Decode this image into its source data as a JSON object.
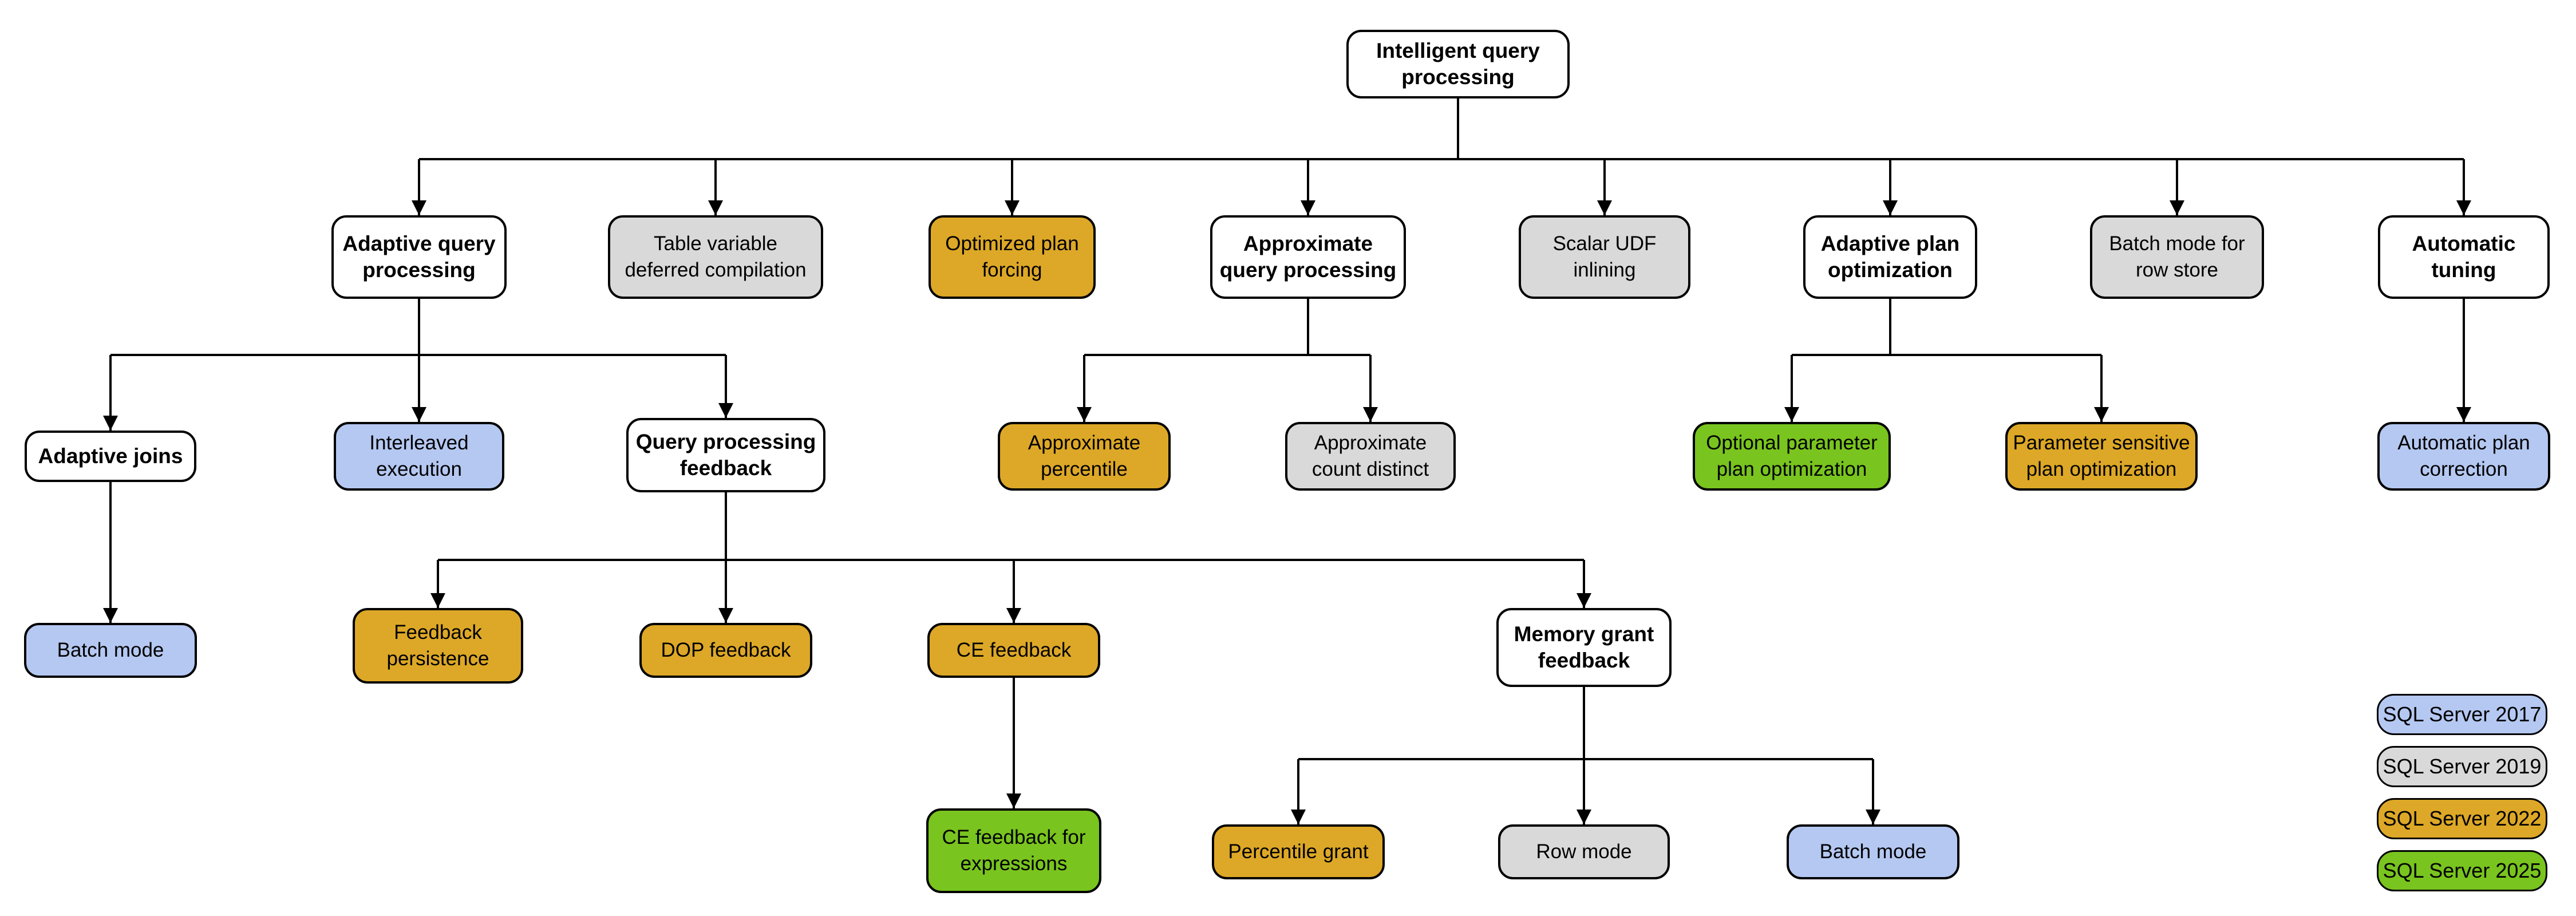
{
  "diagram": {
    "title": "Intelligent query processing",
    "version_colors": {
      "2017": "#B5C8F2",
      "2019": "#D9D9D9",
      "2022": "#DDA827",
      "2025": "#79C41F",
      "category": "#FFFFFF"
    },
    "line_color": "#000000",
    "nodes": [
      {
        "id": "intelligent-query-processing",
        "label": "Intelligent query\nprocessing",
        "version": null
      },
      {
        "id": "adaptive-query-processing",
        "label": "Adaptive query\nprocessing",
        "version": null
      },
      {
        "id": "table-variable-deferred-compilation",
        "label": "Table variable\ndeferred compilation",
        "version": "2019"
      },
      {
        "id": "optimized-plan-forcing",
        "label": "Optimized plan\nforcing",
        "version": "2022"
      },
      {
        "id": "approximate-query-processing",
        "label": "Approximate\nquery processing",
        "version": null
      },
      {
        "id": "scalar-udf-inlining",
        "label": "Scalar UDF\ninlining",
        "version": "2019"
      },
      {
        "id": "adaptive-plan-optimization",
        "label": "Adaptive plan\noptimization",
        "version": null
      },
      {
        "id": "batch-mode-for-row-store",
        "label": "Batch mode for\nrow store",
        "version": "2019"
      },
      {
        "id": "automatic-tuning",
        "label": "Automatic\ntuning",
        "version": null
      },
      {
        "id": "adaptive-joins",
        "label": "Adaptive joins",
        "version": null
      },
      {
        "id": "interleaved-execution",
        "label": "Interleaved\nexecution",
        "version": "2017"
      },
      {
        "id": "query-processing-feedback",
        "label": "Query processing\nfeedback",
        "version": null
      },
      {
        "id": "approximate-percentile",
        "label": "Approximate\npercentile",
        "version": "2022"
      },
      {
        "id": "approximate-count-distinct",
        "label": "Approximate\ncount distinct",
        "version": "2019"
      },
      {
        "id": "optional-parameter-plan-optimization",
        "label": "Optional parameter\nplan optimization",
        "version": "2025"
      },
      {
        "id": "parameter-sensitive-plan-optimization",
        "label": "Parameter sensitive\nplan optimization",
        "version": "2022"
      },
      {
        "id": "automatic-plan-correction",
        "label": "Automatic plan\ncorrection",
        "version": "2017"
      },
      {
        "id": "batch-mode-adaptive-joins",
        "label": "Batch mode",
        "version": "2017"
      },
      {
        "id": "feedback-persistence",
        "label": "Feedback\npersistence",
        "version": "2022"
      },
      {
        "id": "dop-feedback",
        "label": "DOP feedback",
        "version": "2022"
      },
      {
        "id": "ce-feedback",
        "label": "CE feedback",
        "version": "2022"
      },
      {
        "id": "memory-grant-feedback",
        "label": "Memory grant\nfeedback",
        "version": null
      },
      {
        "id": "ce-feedback-for-expressions",
        "label": "CE feedback for\nexpressions",
        "version": "2025"
      },
      {
        "id": "percentile-grant",
        "label": "Percentile grant",
        "version": "2022"
      },
      {
        "id": "row-mode",
        "label": "Row mode",
        "version": "2019"
      },
      {
        "id": "batch-mode-memory-grant",
        "label": "Batch mode",
        "version": "2017"
      }
    ],
    "edges": [
      {
        "from": "intelligent-query-processing",
        "to": "adaptive-query-processing"
      },
      {
        "from": "intelligent-query-processing",
        "to": "table-variable-deferred-compilation"
      },
      {
        "from": "intelligent-query-processing",
        "to": "optimized-plan-forcing"
      },
      {
        "from": "intelligent-query-processing",
        "to": "approximate-query-processing"
      },
      {
        "from": "intelligent-query-processing",
        "to": "scalar-udf-inlining"
      },
      {
        "from": "intelligent-query-processing",
        "to": "adaptive-plan-optimization"
      },
      {
        "from": "intelligent-query-processing",
        "to": "batch-mode-for-row-store"
      },
      {
        "from": "intelligent-query-processing",
        "to": "automatic-tuning"
      },
      {
        "from": "adaptive-query-processing",
        "to": "adaptive-joins"
      },
      {
        "from": "adaptive-query-processing",
        "to": "interleaved-execution"
      },
      {
        "from": "adaptive-query-processing",
        "to": "query-processing-feedback"
      },
      {
        "from": "approximate-query-processing",
        "to": "approximate-percentile"
      },
      {
        "from": "approximate-query-processing",
        "to": "approximate-count-distinct"
      },
      {
        "from": "adaptive-plan-optimization",
        "to": "optional-parameter-plan-optimization"
      },
      {
        "from": "adaptive-plan-optimization",
        "to": "parameter-sensitive-plan-optimization"
      },
      {
        "from": "automatic-tuning",
        "to": "automatic-plan-correction"
      },
      {
        "from": "adaptive-joins",
        "to": "batch-mode-adaptive-joins"
      },
      {
        "from": "query-processing-feedback",
        "to": "feedback-persistence"
      },
      {
        "from": "query-processing-feedback",
        "to": "dop-feedback"
      },
      {
        "from": "query-processing-feedback",
        "to": "ce-feedback"
      },
      {
        "from": "query-processing-feedback",
        "to": "memory-grant-feedback"
      },
      {
        "from": "ce-feedback",
        "to": "ce-feedback-for-expressions"
      },
      {
        "from": "memory-grant-feedback",
        "to": "percentile-grant"
      },
      {
        "from": "memory-grant-feedback",
        "to": "row-mode"
      },
      {
        "from": "memory-grant-feedback",
        "to": "batch-mode-memory-grant"
      }
    ],
    "legend": [
      {
        "label": "SQL Server 2017",
        "version": "2017"
      },
      {
        "label": "SQL Server 2019",
        "version": "2019"
      },
      {
        "label": "SQL Server 2022",
        "version": "2022"
      },
      {
        "label": "SQL Server 2025",
        "version": "2025"
      }
    ]
  }
}
